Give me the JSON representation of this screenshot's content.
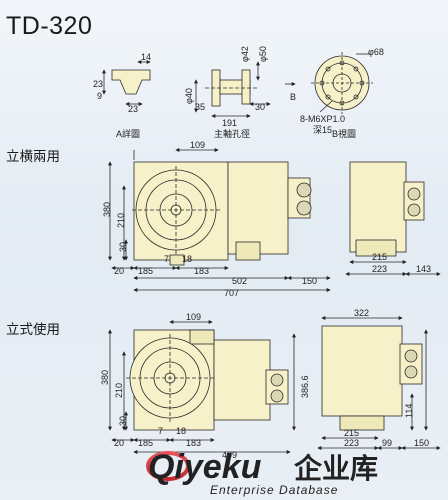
{
  "title": "TD-320",
  "sections": {
    "horizontal": "立横兩用",
    "vertical": "立式使用"
  },
  "details": {
    "a_detail": {
      "caption": "A詳圖",
      "dims": [
        "14",
        "23",
        "9",
        "23"
      ]
    },
    "spindle_bore": {
      "caption": "主軸孔徑",
      "dims": [
        "φ42",
        "φ50",
        "φ40",
        "35",
        "191",
        "30"
      ]
    },
    "b_view": {
      "caption": "B視圖",
      "arrow_label": "B",
      "dims": [
        "φ68",
        "8-M6XP1.0",
        "深15"
      ]
    }
  },
  "top_drawing": {
    "front": {
      "dims": [
        "109",
        "380",
        "210",
        "30",
        "20",
        "185",
        "7",
        "18",
        "183",
        "502",
        "150",
        "707"
      ]
    },
    "side": {
      "dims": [
        "215",
        "223",
        "143"
      ]
    }
  },
  "bottom_drawing": {
    "front": {
      "dims": [
        "109",
        "380",
        "210",
        "30",
        "386.6",
        "20",
        "185",
        "7",
        "18",
        "183",
        "409"
      ]
    },
    "side": {
      "dims": [
        "322",
        "114",
        "215",
        "223",
        "99",
        "150"
      ]
    }
  },
  "watermark": {
    "brand_latin": "Qiyeku",
    "brand_cn": "企业库",
    "tagline": "Enterprise Database",
    "brand_color": "#d9363e"
  },
  "colors": {
    "machine_fill": "#f6f1c8",
    "line": "#2a2a2a"
  }
}
